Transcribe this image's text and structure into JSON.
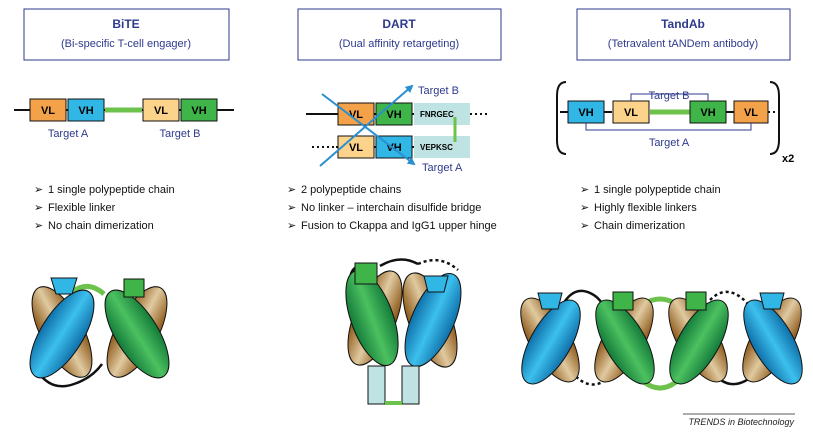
{
  "colors": {
    "header_border": "#2e3a8c",
    "vl_a": "#f4a24a",
    "vl_b": "#fcd38a",
    "vh_a": "#31b7e6",
    "vh_b": "#3fb449",
    "linker": "#6cc24a",
    "arrow": "#2a8fd0",
    "hinge": "#bfe3e2"
  },
  "panels": [
    {
      "title": "BiTE",
      "subtitle": "(Bi-specific T-cell engager)",
      "domains": [
        "VL",
        "VH",
        "VL",
        "VH"
      ],
      "targets": [
        "Target A",
        "Target B"
      ],
      "bullets": [
        "1 single polypeptide chain",
        "Flexible linker",
        "No chain dimerization"
      ]
    },
    {
      "title": "DART",
      "subtitle": "(Dual affinity retargeting)",
      "domains": [
        "VL",
        "VH",
        "VL",
        "VH"
      ],
      "sequences": [
        "FNRGEC",
        "VEPKSC"
      ],
      "targets": [
        "Target B",
        "Target A"
      ],
      "bullets": [
        "2 polypeptide chains",
        "No linker – interchain disulfide bridge",
        "Fusion to Ckappa and IgG1 upper hinge"
      ]
    },
    {
      "title": "TandAb",
      "subtitle": "(Tetravalent tANDem antibody)",
      "domains": [
        "VH",
        "VL",
        "VH",
        "VL"
      ],
      "targets": [
        "Target B",
        "Target A"
      ],
      "multiplier": "x2",
      "bullets": [
        "1 single polypeptide chain",
        "Highly flexible linkers",
        "Chain dimerization"
      ]
    }
  ],
  "credit": "TRENDS in Biotechnology"
}
